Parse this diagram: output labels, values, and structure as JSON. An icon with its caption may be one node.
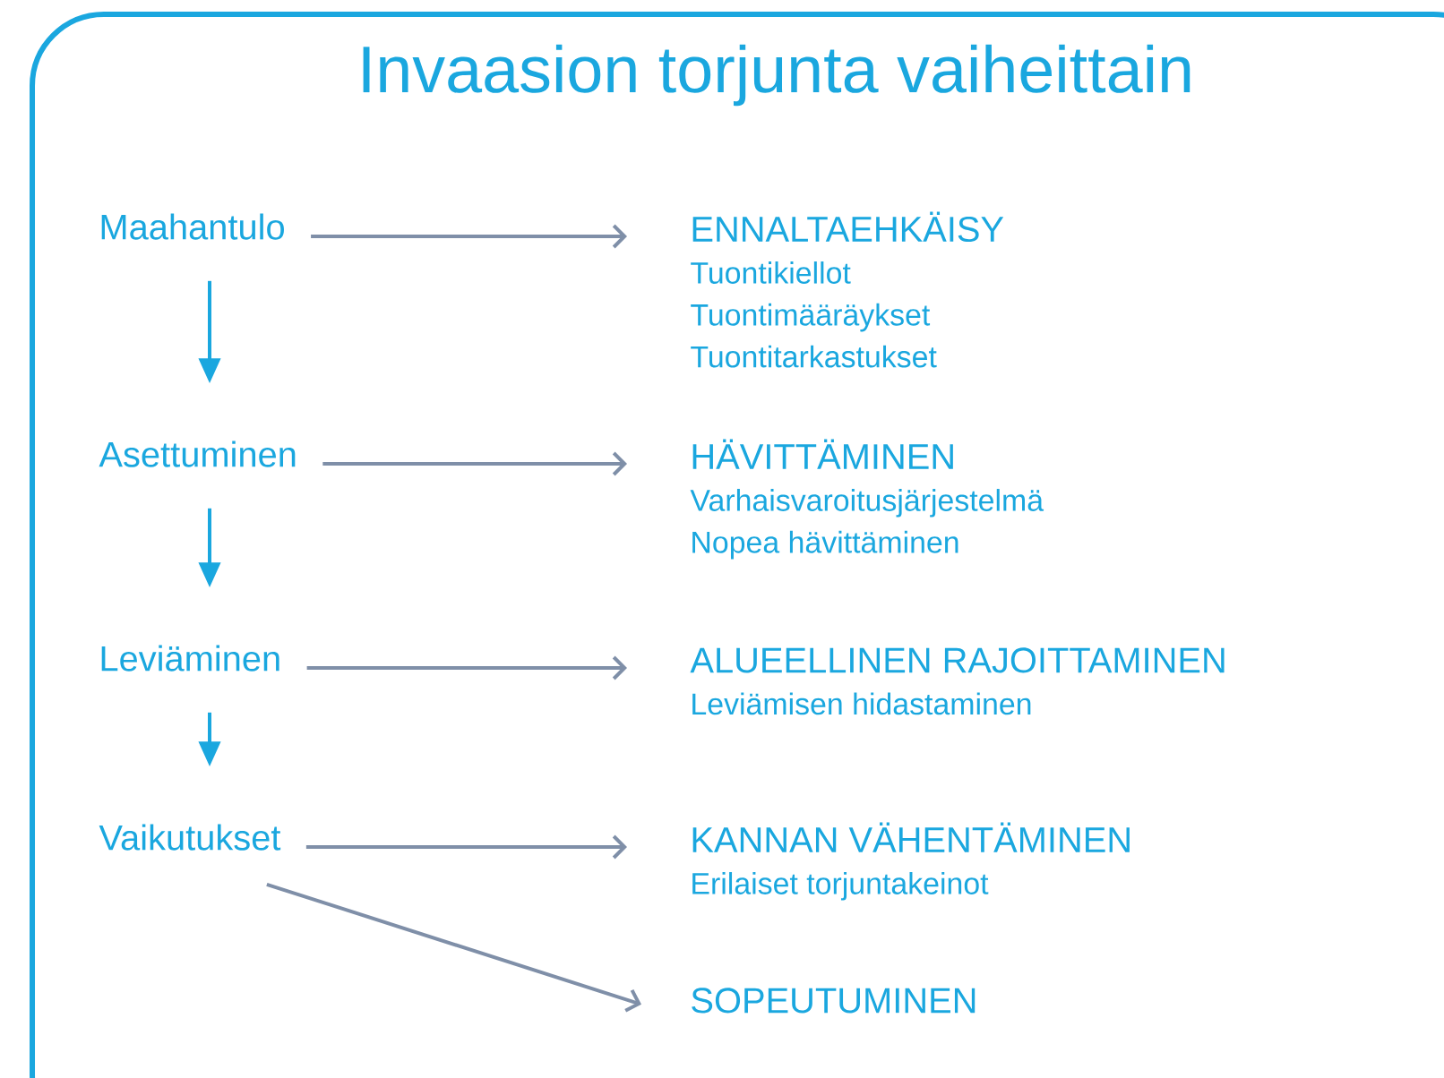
{
  "diagram": {
    "title": "Invaasion torjunta vaiheittain",
    "nodes": [
      {
        "text": [
          "Maahantulo"
        ]
      },
      {
        "text": [
          "Asettuminen"
        ]
      },
      {
        "text": [
          "Leviäminen"
        ]
      },
      {
        "text": [
          "Vaikutukset"
        ]
      },
      {
        "text": [
          "ENNALTAEHKÄISY",
          "Tuontikiellot",
          "Tuontimääräykset",
          "Tuontitarkastukset"
        ]
      },
      {
        "text": [
          "HÄVITTÄMINEN",
          "Varhaisvaroitusjärjestelmä",
          "Nopea hävittäminen"
        ]
      },
      {
        "text": [
          "ALUEELLINEN RAJOITTAMINEN",
          "Leviämisen hidastaminen"
        ]
      },
      {
        "text": [
          "KANNAN VÄHENTÄMINEN",
          "Erilaiset torjuntakeinot"
        ]
      },
      {
        "text": [
          "SOPEUTUMINEN"
        ]
      }
    ],
    "edges": [
      {
        "from": 0,
        "to": 1,
        "arrow": "to",
        "color": "#1aa7df"
      },
      {
        "from": 1,
        "to": 2,
        "arrow": "to",
        "color": "#1aa7df"
      },
      {
        "from": 2,
        "to": 3,
        "arrow": "to",
        "color": "#1aa7df"
      },
      {
        "from": 0,
        "to": 4,
        "arrow": "to"
      },
      {
        "from": 1,
        "to": 5,
        "arrow": "to"
      },
      {
        "from": 2,
        "to": 6,
        "arrow": "to"
      },
      {
        "from": 3,
        "to": 7,
        "arrow": "to"
      },
      {
        "from": 3,
        "to": 8,
        "arrow": "to"
      }
    ]
  }
}
